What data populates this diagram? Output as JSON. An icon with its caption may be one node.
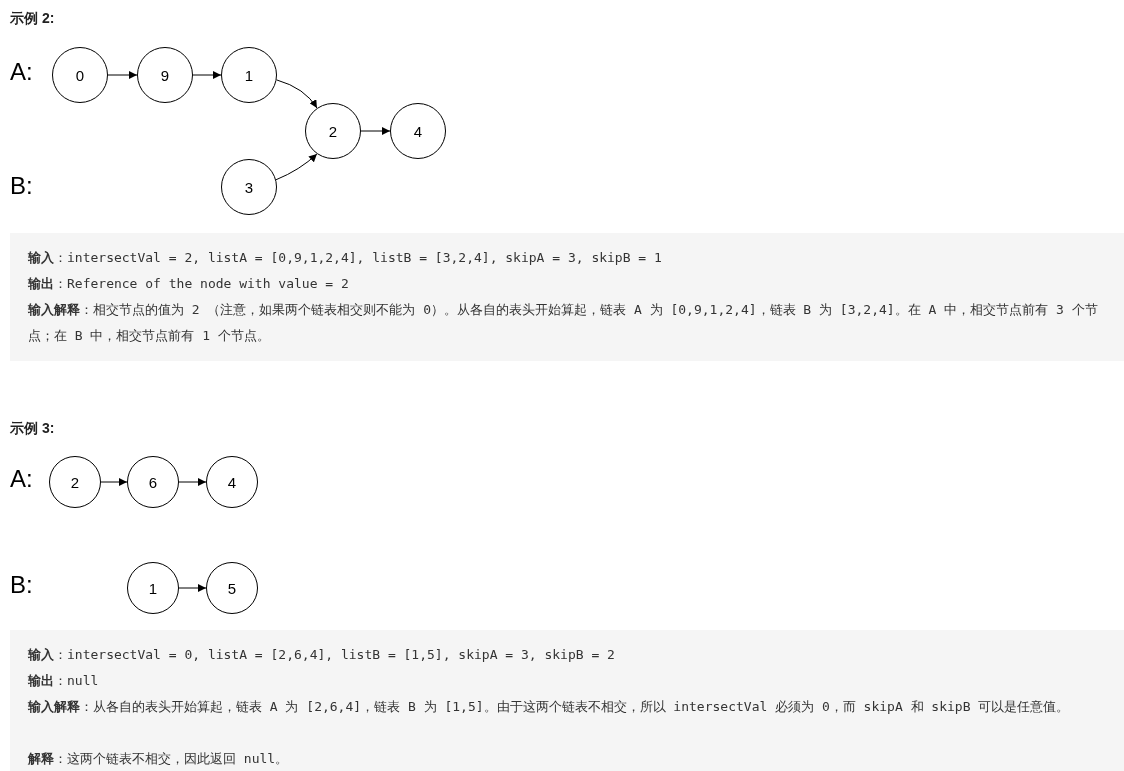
{
  "diagram": {
    "nodes": [
      {
        "text": [
          "0"
        ]
      },
      {
        "text": [
          "9"
        ]
      },
      {
        "text": [
          "1"
        ]
      },
      {
        "text": [
          "2"
        ]
      },
      {
        "text": [
          "4"
        ]
      },
      {
        "text": [
          "3"
        ]
      },
      {
        "text": [
          "2"
        ]
      },
      {
        "text": [
          "6"
        ]
      },
      {
        "text": [
          "4"
        ]
      },
      {
        "text": [
          "1"
        ]
      },
      {
        "text": [
          "5"
        ]
      }
    ],
    "edges": [
      {
        "from": 0,
        "to": 1,
        "arrow": "to"
      },
      {
        "from": 1,
        "to": 2,
        "arrow": "to"
      },
      {
        "from": 2,
        "to": 3,
        "arrow": "to"
      },
      {
        "from": 5,
        "to": 3,
        "arrow": "to"
      },
      {
        "from": 3,
        "to": 4,
        "arrow": "to"
      },
      {
        "from": 6,
        "to": 7,
        "arrow": "to"
      },
      {
        "from": 7,
        "to": 8,
        "arrow": "to"
      },
      {
        "from": 9,
        "to": 10,
        "arrow": "to"
      }
    ],
    "labels": [
      "示例 2:",
      "A:",
      "B:",
      "**输入**：intersectVal = 2, listA = [0,9,1,2,4], listB = [3,2,4], skipA = 3, skipB = 1",
      "**输出**：Reference of the node with value = 2",
      "**输入解释**：相交节点的值为 2 （注意，如果两个链表相交则不能为 0）。从各自的表头开始算起，链表 A 为 [0,9,1,2,4]，链表 B 为 [3,2,4]。在 A 中，相交节点前有 3 个节点；在 B 中，相交节点前有 1 个节点。",
      "示例 3:",
      "A:",
      "B:",
      "**输入**：intersectVal = 0, listA = [2,6,4], listB = [1,5], skipA = 3, skipB = 2",
      "**输出**：null",
      "**输入解释**：从各自的表头开始算起，链表 A 为 [2,6,4]，链表 B 为 [1,5]。由于这两个链表不相交，所以 intersectVal 必须为 0，而 skipA 和 skipB 可以是任意值。",
      "**解释**：这两个链表不相交，因此返回 null。"
    ]
  }
}
